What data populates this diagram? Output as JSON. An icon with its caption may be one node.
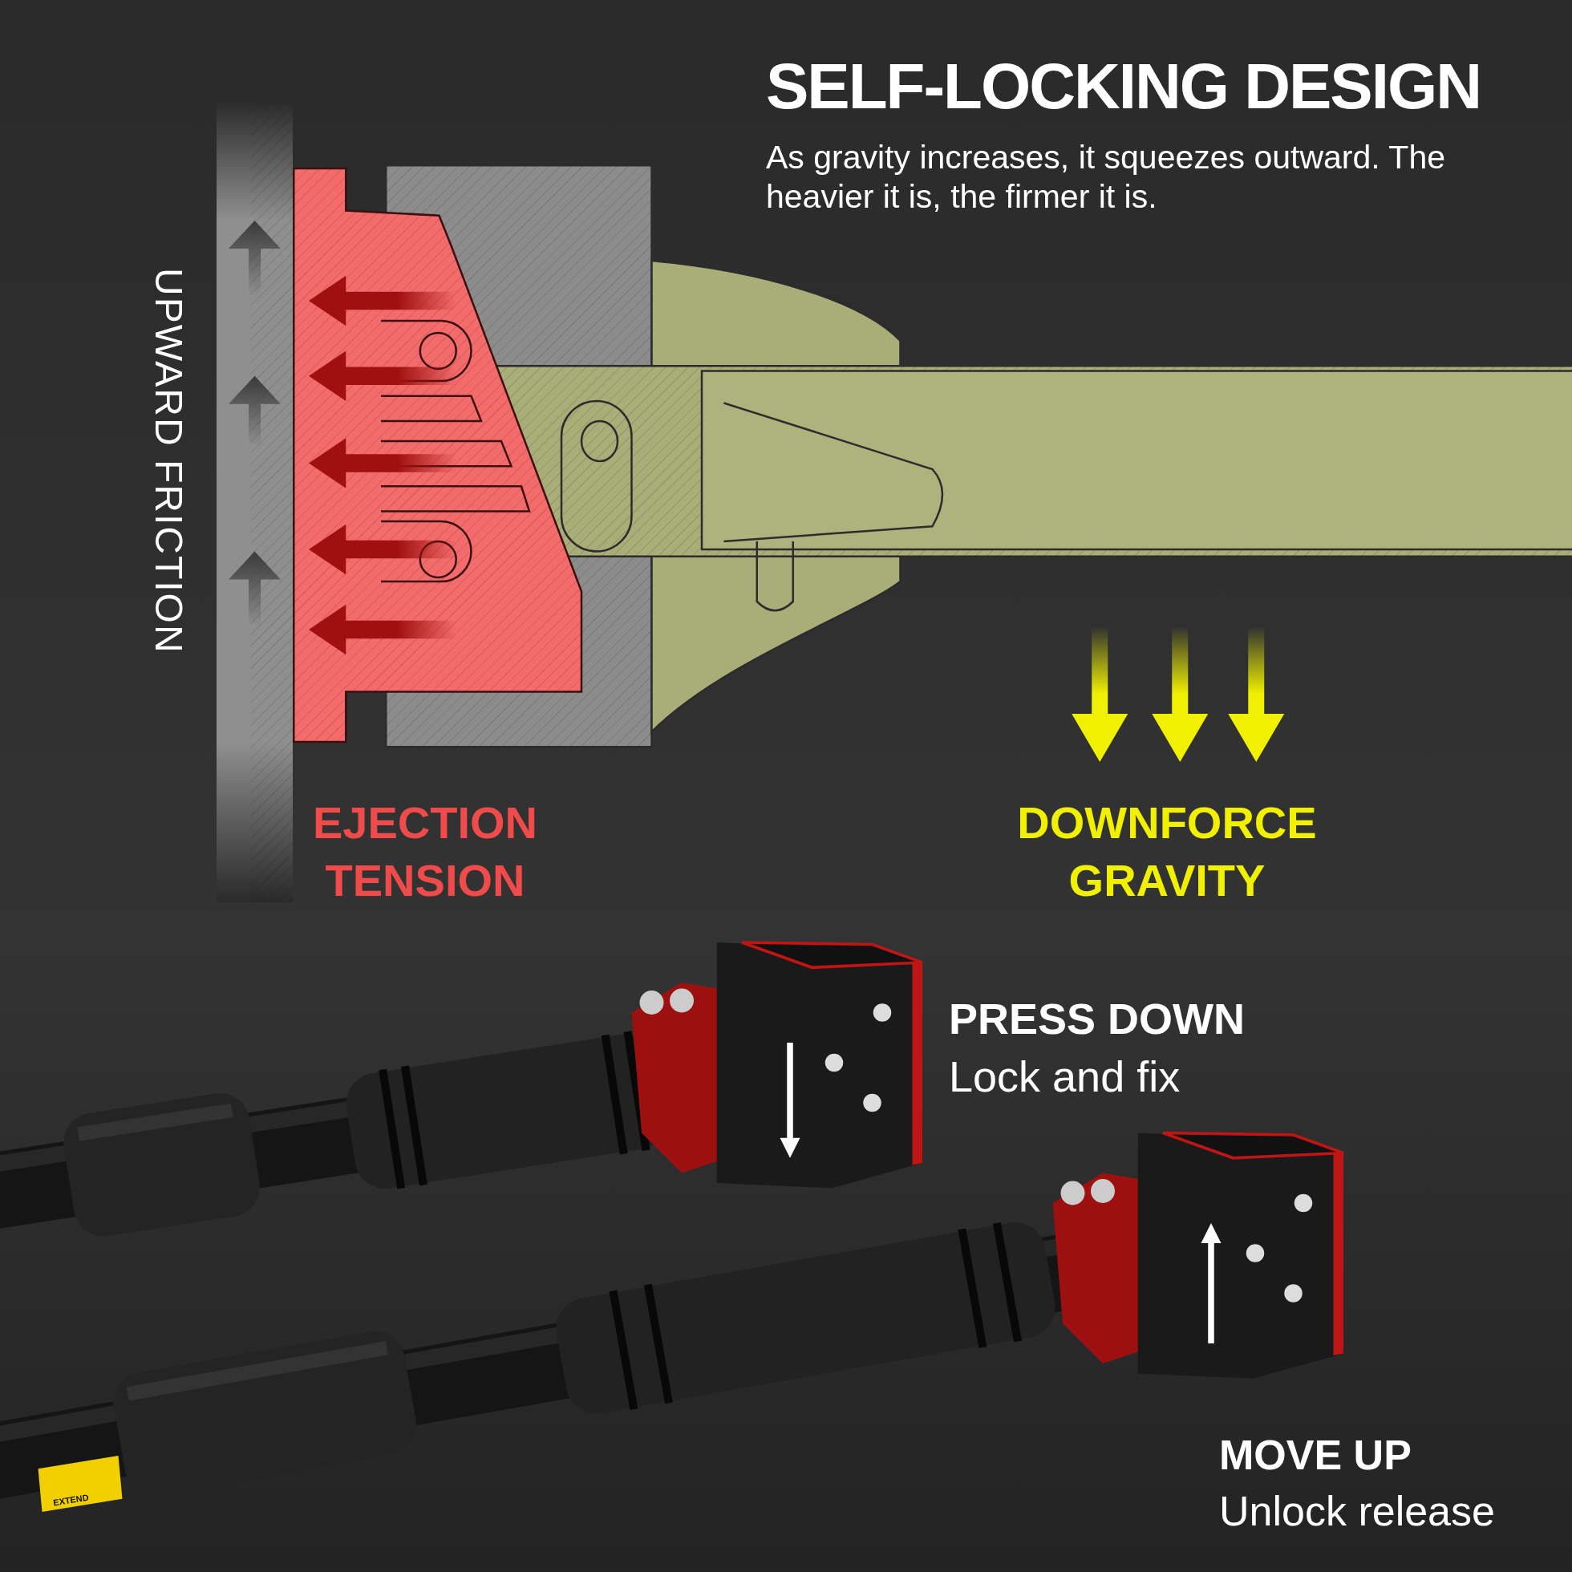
{
  "diagram": {
    "title": "SELF-LOCKING DESIGN",
    "labels": [
      "As gravity increases, it squeezes outward. The heavier it is, the firmer it is.",
      "UPWARD FRICTION",
      "EJECTION TENSION",
      "DOWNFORCE GRAVITY",
      "PRESS DOWN",
      "Lock and fix",
      "MOVE UP",
      "Unlock release",
      "EXTEND"
    ]
  }
}
